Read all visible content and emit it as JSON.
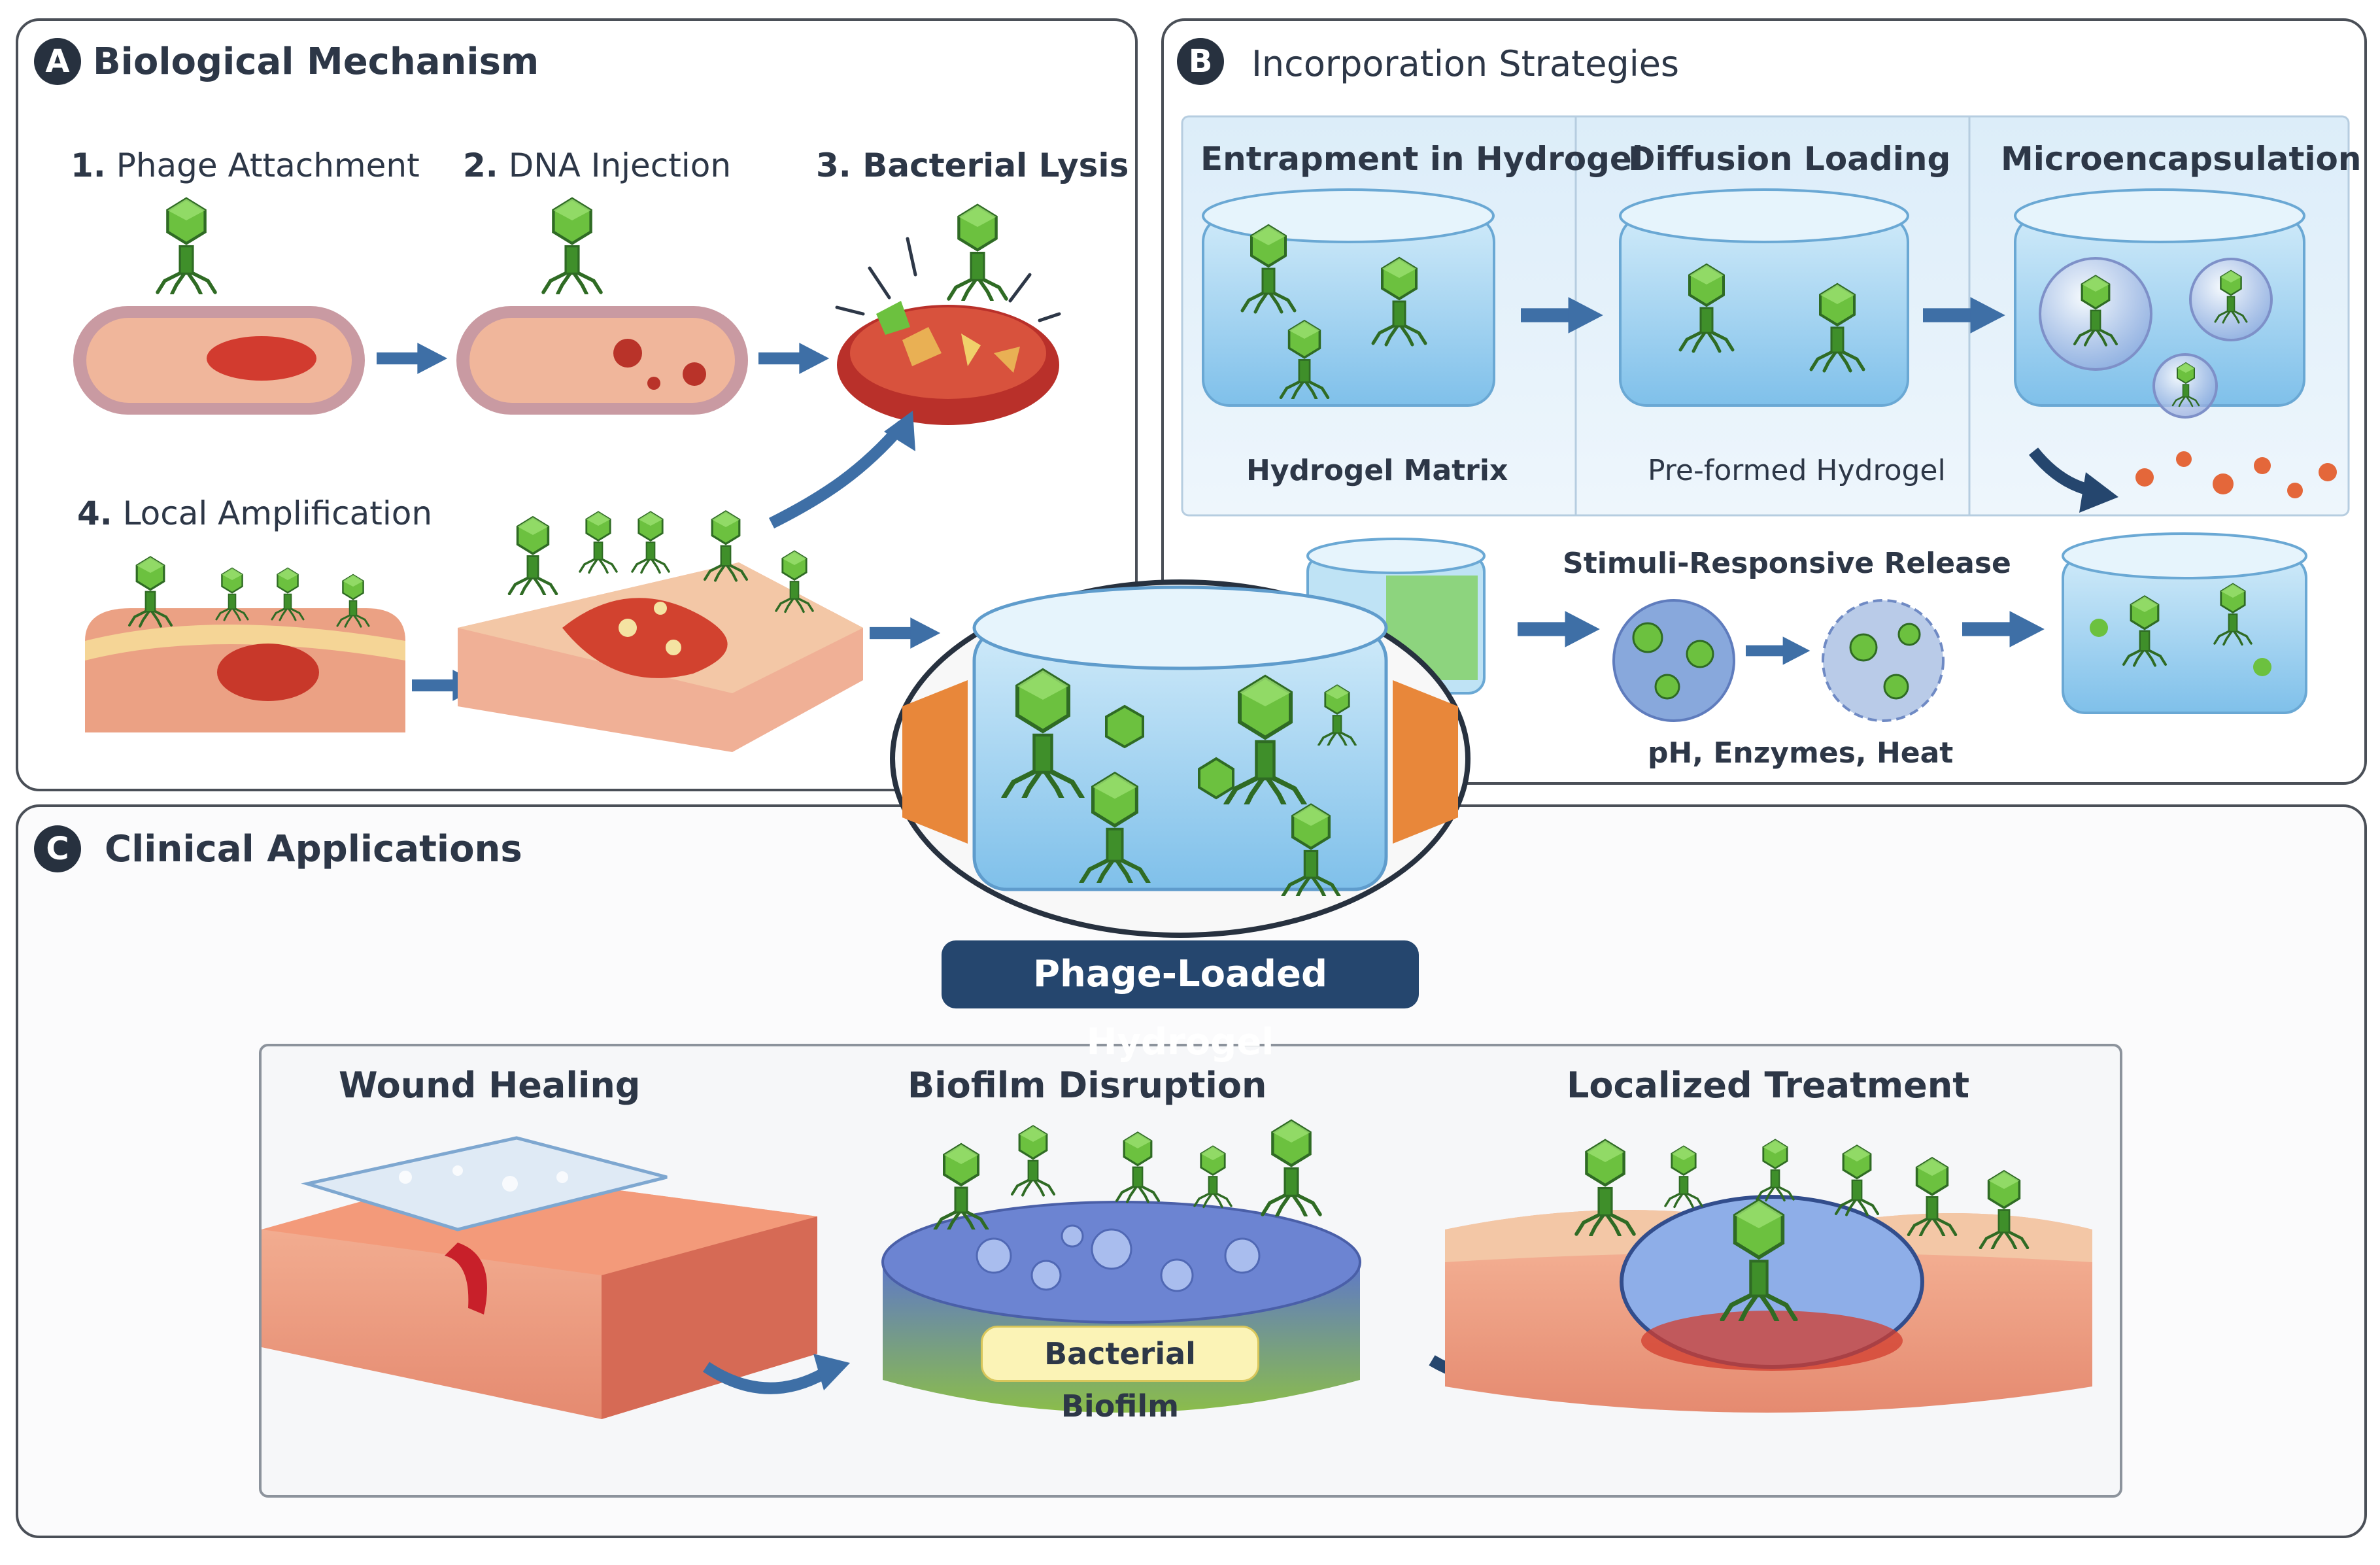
{
  "panels": {
    "a": {
      "badge": "A",
      "title": "Biological Mechanism",
      "steps": [
        {
          "num": "1.",
          "label": "Phage Attachment"
        },
        {
          "num": "2.",
          "label": "DNA Injection"
        },
        {
          "num": "3.",
          "label": "Bacterial Lysis"
        },
        {
          "num": "4.",
          "label": "Local Amplification"
        }
      ]
    },
    "b": {
      "badge": "B",
      "title": "Incorporation Strategies",
      "strategies": [
        {
          "title": "Entrapment in Hydrogel",
          "caption": "Hydrogel Matrix"
        },
        {
          "title": "Diffusion Loading",
          "caption": "Pre-formed Hydrogel"
        },
        {
          "title": "Microencapsulation",
          "caption": ""
        }
      ],
      "release_title": "Stimuli-Responsive Release",
      "release_caption": "pH, Enzymes, Heat"
    },
    "c": {
      "badge": "C",
      "title": "Clinical Applications",
      "applications": [
        {
          "title": "Wound Healing"
        },
        {
          "title": "Biofilm Disruption",
          "tag": "Bacterial Biofilm"
        },
        {
          "title": "Localized Treatment"
        }
      ]
    }
  },
  "center": {
    "label": "Phage-Loaded Hydrogel"
  },
  "colors": {
    "frame": "#4a4f57",
    "navy": "#25466e",
    "phage_green": "#5fb93a",
    "phage_dark": "#2f6b24",
    "gel_blue": "#8fcbef",
    "arrow_blue": "#3e6fa6",
    "tissue_pink": "#eea88a",
    "tissue_red": "#c8382a"
  }
}
